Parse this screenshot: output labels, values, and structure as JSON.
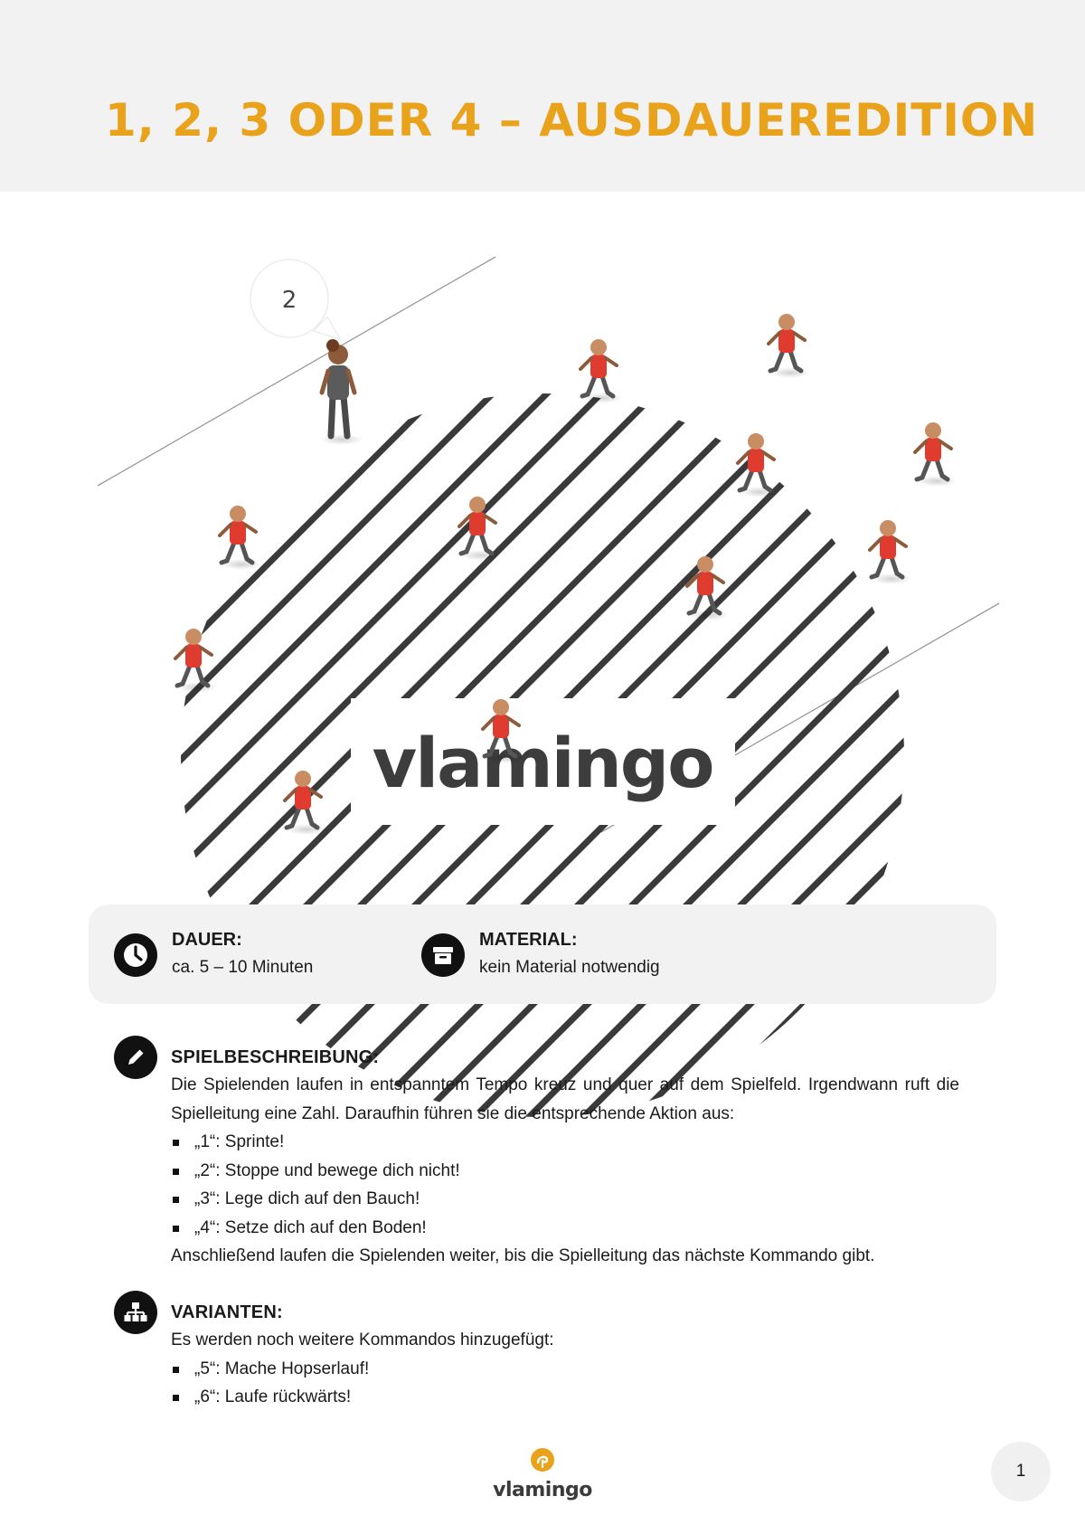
{
  "header": {
    "title": "1, 2, 3 ODER 4 – AUSDAUEREDITION"
  },
  "illustration": {
    "speech_bubble": "2",
    "watermark": "vlamingo"
  },
  "info": {
    "duration_label": "DAUER:",
    "duration_value": "ca. 5 – 10 Minuten",
    "material_label": "MATERIAL:",
    "material_value": "kein Material notwendig"
  },
  "description": {
    "title": "SPIELBESCHREIBUNG:",
    "text": "Die Spielenden laufen in entspanntem Tempo kreuz und quer auf dem Spielfeld. Irgendwann ruft die Spielleitung eine Zahl. Daraufhin führen sie die entsprechende Aktion aus:",
    "items": [
      "„1“: Sprinte!",
      "„2“: Stoppe und bewege dich nicht!",
      "„3“: Lege dich auf den Bauch!",
      "„4“: Setze dich auf den Boden!"
    ],
    "closing": "Anschließend laufen die Spielenden weiter, bis die Spielleitung das nächste Kommando gibt."
  },
  "variants": {
    "title": "VARIANTEN:",
    "intro": "Es werden noch weitere Kommandos hinzugefügt:",
    "items": [
      "„5“: Mache Hopserlauf!",
      "„6“: Laufe rückwärts!"
    ]
  },
  "footer": {
    "logo": "vlamingo",
    "page_number": "1"
  },
  "colors": {
    "accent": "#e9a21c",
    "icon_bg": "#111111",
    "panel_bg": "#f2f2f2",
    "player_shirt": "#e03b2f"
  },
  "icons": [
    "clock-icon",
    "archive-box-icon",
    "pencil-icon",
    "hierarchy-icon"
  ]
}
